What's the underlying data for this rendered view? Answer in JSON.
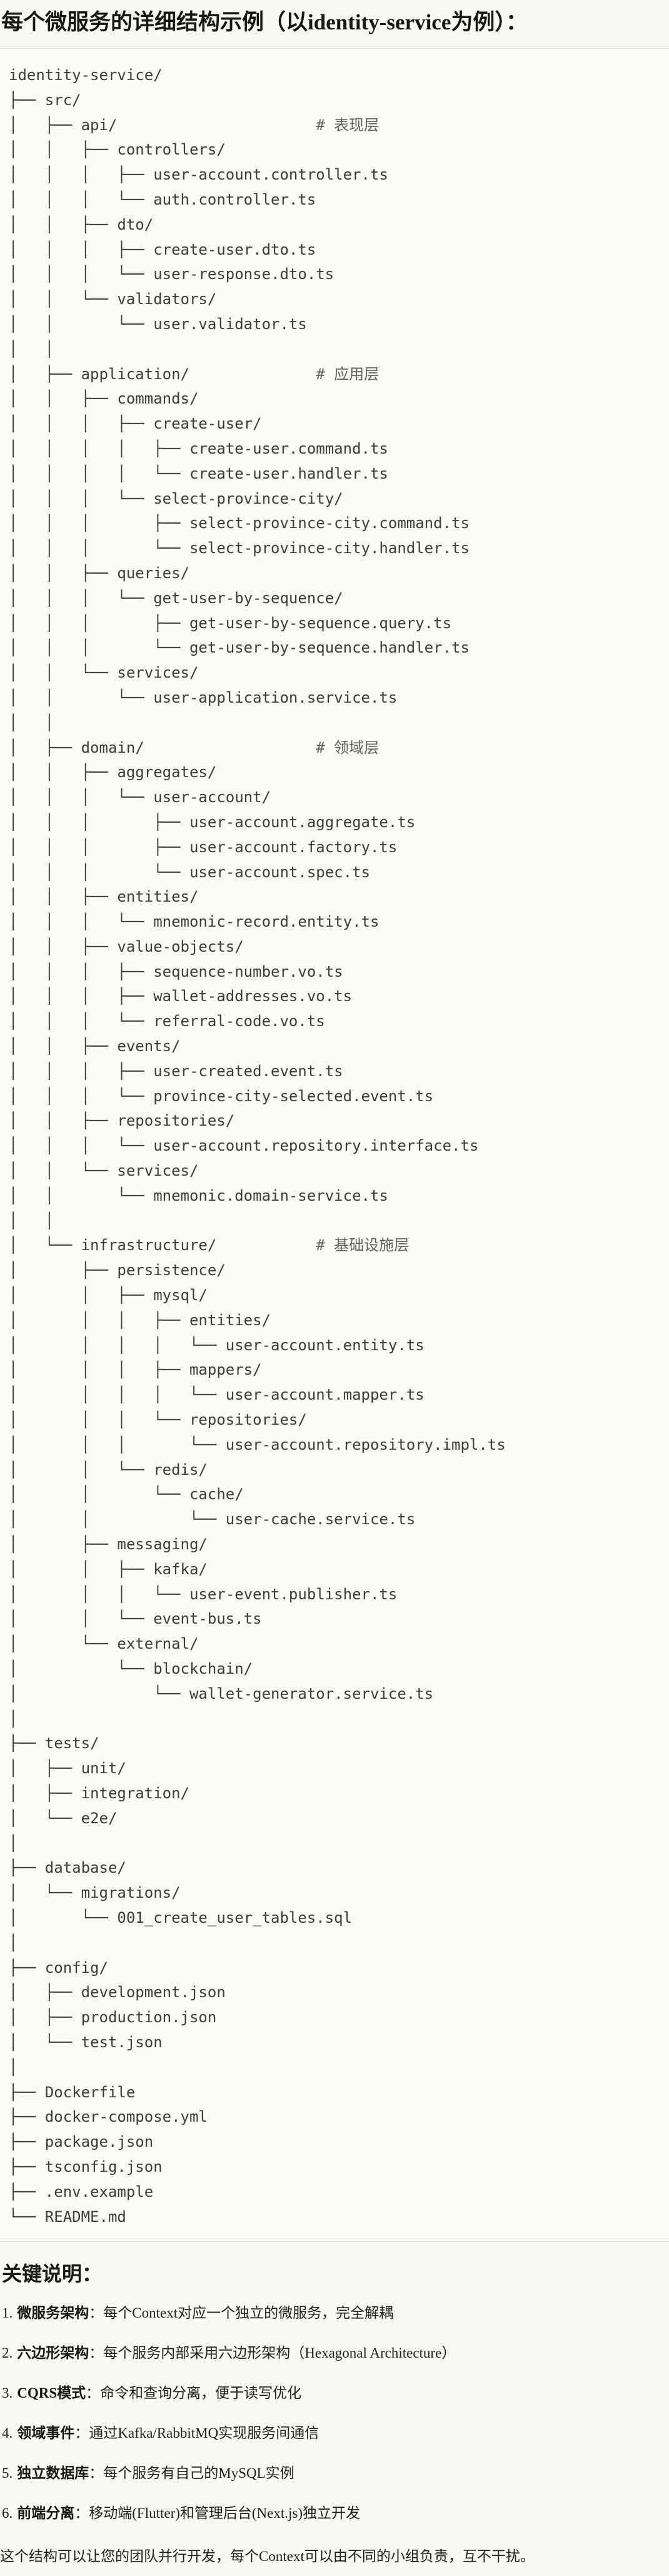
{
  "page": {
    "title": "每个微服务的详细结构示例（以identity-service为例）：",
    "notes_heading": "关键说明：",
    "closing": "这个结构可以让您的团队并行开发，每个Context可以由不同的小组负责，互不干扰。"
  },
  "colors": {
    "page_background": "#faf8f2",
    "code_background": "#fbfaf7",
    "code_border": "#dcdbd4",
    "code_text": "#3e3d39",
    "comment_text": "#61605a",
    "heading_text": "#181712"
  },
  "tree": {
    "comment_column": 34,
    "lines": [
      {
        "t": "identity-service/"
      },
      {
        "t": "├── src/"
      },
      {
        "t": "│   ├── api/",
        "c": "# 表现层"
      },
      {
        "t": "│   │   ├── controllers/"
      },
      {
        "t": "│   │   │   ├── user-account.controller.ts"
      },
      {
        "t": "│   │   │   └── auth.controller.ts"
      },
      {
        "t": "│   │   ├── dto/"
      },
      {
        "t": "│   │   │   ├── create-user.dto.ts"
      },
      {
        "t": "│   │   │   └── user-response.dto.ts"
      },
      {
        "t": "│   │   └── validators/"
      },
      {
        "t": "│   │       └── user.validator.ts"
      },
      {
        "t": "│   │"
      },
      {
        "t": "│   ├── application/",
        "c": "# 应用层"
      },
      {
        "t": "│   │   ├── commands/"
      },
      {
        "t": "│   │   │   ├── create-user/"
      },
      {
        "t": "│   │   │   │   ├── create-user.command.ts"
      },
      {
        "t": "│   │   │   │   └── create-user.handler.ts"
      },
      {
        "t": "│   │   │   └── select-province-city/"
      },
      {
        "t": "│   │   │       ├── select-province-city.command.ts"
      },
      {
        "t": "│   │   │       └── select-province-city.handler.ts"
      },
      {
        "t": "│   │   ├── queries/"
      },
      {
        "t": "│   │   │   └── get-user-by-sequence/"
      },
      {
        "t": "│   │   │       ├── get-user-by-sequence.query.ts"
      },
      {
        "t": "│   │   │       └── get-user-by-sequence.handler.ts"
      },
      {
        "t": "│   │   └── services/"
      },
      {
        "t": "│   │       └── user-application.service.ts"
      },
      {
        "t": "│   │"
      },
      {
        "t": "│   ├── domain/",
        "c": "# 领域层"
      },
      {
        "t": "│   │   ├── aggregates/"
      },
      {
        "t": "│   │   │   └── user-account/"
      },
      {
        "t": "│   │   │       ├── user-account.aggregate.ts"
      },
      {
        "t": "│   │   │       ├── user-account.factory.ts"
      },
      {
        "t": "│   │   │       └── user-account.spec.ts"
      },
      {
        "t": "│   │   ├── entities/"
      },
      {
        "t": "│   │   │   └── mnemonic-record.entity.ts"
      },
      {
        "t": "│   │   ├── value-objects/"
      },
      {
        "t": "│   │   │   ├── sequence-number.vo.ts"
      },
      {
        "t": "│   │   │   ├── wallet-addresses.vo.ts"
      },
      {
        "t": "│   │   │   └── referral-code.vo.ts"
      },
      {
        "t": "│   │   ├── events/"
      },
      {
        "t": "│   │   │   ├── user-created.event.ts"
      },
      {
        "t": "│   │   │   └── province-city-selected.event.ts"
      },
      {
        "t": "│   │   ├── repositories/"
      },
      {
        "t": "│   │   │   └── user-account.repository.interface.ts"
      },
      {
        "t": "│   │   └── services/"
      },
      {
        "t": "│   │       └── mnemonic.domain-service.ts"
      },
      {
        "t": "│   │"
      },
      {
        "t": "│   └── infrastructure/",
        "c": "# 基础设施层"
      },
      {
        "t": "│       ├── persistence/"
      },
      {
        "t": "│       │   ├── mysql/"
      },
      {
        "t": "│       │   │   ├── entities/"
      },
      {
        "t": "│       │   │   │   └── user-account.entity.ts"
      },
      {
        "t": "│       │   │   ├── mappers/"
      },
      {
        "t": "│       │   │   │   └── user-account.mapper.ts"
      },
      {
        "t": "│       │   │   └── repositories/"
      },
      {
        "t": "│       │   │       └── user-account.repository.impl.ts"
      },
      {
        "t": "│       │   └── redis/"
      },
      {
        "t": "│       │       └── cache/"
      },
      {
        "t": "│       │           └── user-cache.service.ts"
      },
      {
        "t": "│       ├── messaging/"
      },
      {
        "t": "│       │   ├── kafka/"
      },
      {
        "t": "│       │   │   └── user-event.publisher.ts"
      },
      {
        "t": "│       │   └── event-bus.ts"
      },
      {
        "t": "│       └── external/"
      },
      {
        "t": "│           └── blockchain/"
      },
      {
        "t": "│               └── wallet-generator.service.ts"
      },
      {
        "t": "│"
      },
      {
        "t": "├── tests/"
      },
      {
        "t": "│   ├── unit/"
      },
      {
        "t": "│   ├── integration/"
      },
      {
        "t": "│   └── e2e/"
      },
      {
        "t": "│"
      },
      {
        "t": "├── database/"
      },
      {
        "t": "│   └── migrations/"
      },
      {
        "t": "│       └── 001_create_user_tables.sql"
      },
      {
        "t": "│"
      },
      {
        "t": "├── config/"
      },
      {
        "t": "│   ├── development.json"
      },
      {
        "t": "│   ├── production.json"
      },
      {
        "t": "│   └── test.json"
      },
      {
        "t": "│"
      },
      {
        "t": "├── Dockerfile"
      },
      {
        "t": "├── docker-compose.yml"
      },
      {
        "t": "├── package.json"
      },
      {
        "t": "├── tsconfig.json"
      },
      {
        "t": "├── .env.example"
      },
      {
        "t": "└── README.md"
      }
    ]
  },
  "notes": {
    "items": [
      {
        "num": "1.",
        "term": "微服务架构",
        "sep": "：",
        "desc": "每个Context对应一个独立的微服务，完全解耦"
      },
      {
        "num": "2.",
        "term": "六边形架构",
        "sep": "：",
        "desc": "每个服务内部采用六边形架构（Hexagonal Architecture）"
      },
      {
        "num": "3.",
        "term": "CQRS模式",
        "sep": "：",
        "desc": "命令和查询分离，便于读写优化"
      },
      {
        "num": "4.",
        "term": "领域事件",
        "sep": "：",
        "desc": "通过Kafka/RabbitMQ实现服务间通信"
      },
      {
        "num": "5.",
        "term": "独立数据库",
        "sep": "：",
        "desc": "每个服务有自己的MySQL实例"
      },
      {
        "num": "6.",
        "term": "前端分离",
        "sep": "：",
        "desc": "移动端(Flutter)和管理后台(Next.js)独立开发"
      }
    ]
  }
}
